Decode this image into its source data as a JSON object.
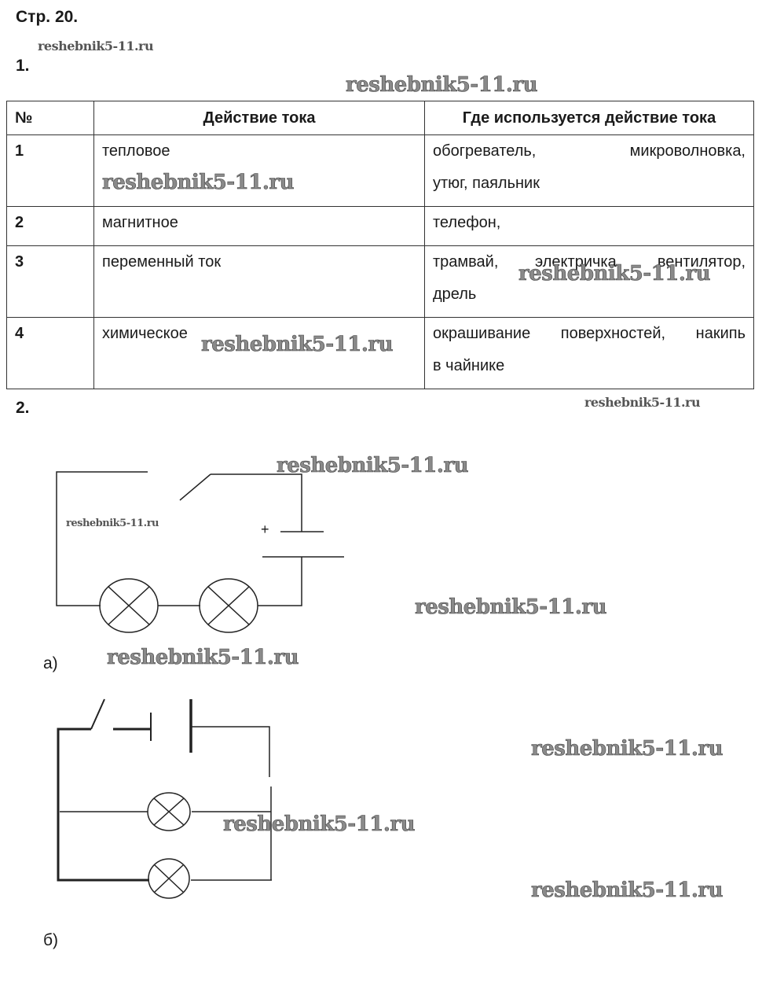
{
  "page_title": "Стр. 20.",
  "task1": {
    "number": "1.",
    "table": {
      "headers": [
        "№",
        "Действие тока",
        "Где используется действие тока"
      ],
      "rows": [
        {
          "n": "1",
          "action": "тепловое",
          "use_lines": [
            "обогреватель, микроволновка,",
            "утюг, паяльник"
          ]
        },
        {
          "n": "2",
          "action": "магнитное",
          "use_lines": [
            "телефон,"
          ]
        },
        {
          "n": "3",
          "action": "переменный ток",
          "use_lines": [
            "трамвай, электричка, вентилятор,",
            "дрель"
          ]
        },
        {
          "n": "4",
          "action": "химическое",
          "use_lines": [
            "окрашивание поверхностей, накипь",
            "в чайнике"
          ]
        }
      ]
    }
  },
  "task2": {
    "number": "2.",
    "label_a": "а)",
    "label_b": "б)",
    "plus_sign": "+"
  },
  "watermark": "reshebnik5-11.ru"
}
